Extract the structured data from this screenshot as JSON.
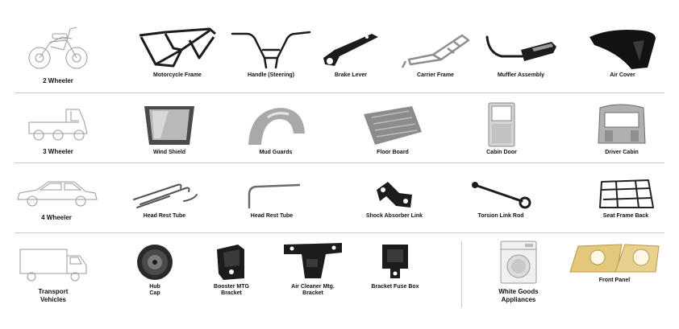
{
  "categories": {
    "two_wheeler": "2 Wheeler",
    "three_wheeler": "3 Wheeler",
    "four_wheeler": "4 Wheeler",
    "transport": "Transport\nVehicles",
    "white_goods": "White Goods\nAppliances"
  },
  "parts": {
    "motorcycle_frame": "Motorcycle Frame",
    "handle_steering": "Handle (Steering)",
    "brake_lever": "Brake Lever",
    "carrier_frame": "Carrier Frame",
    "muffler_assembly": "Muffler Assembly",
    "air_cover": "Air Cover",
    "wind_shield": "Wind Shield",
    "mud_guards": "Mud Guards",
    "floor_board": "Floor Board",
    "cabin_door": "Cabin Door",
    "driver_cabin": "Driver Cabin",
    "head_rest_tube_1": "Head Rest Tube",
    "head_rest_tube_2": "Head Rest Tube",
    "shock_absorber_link": "Shock Absorber Link",
    "torsion_link_rod": "Torsion Link Rod",
    "seat_frame_back": "Seat Frame Back",
    "hub_cap": "Hub\nCap",
    "booster_mtg_bracket": "Booster MTG\nBracket",
    "air_cleaner_bracket": "Air Cleaner Mtg.\nBracket",
    "bracket_fuse_box": "Bracket Fuse  Box",
    "front_panel": "Front Panel"
  },
  "colors": {
    "rule": "#c9c9c9",
    "part_dark": "#1c1c1c",
    "part_metal": "#9a9a9a",
    "panel_gold": "#e3c77a"
  }
}
